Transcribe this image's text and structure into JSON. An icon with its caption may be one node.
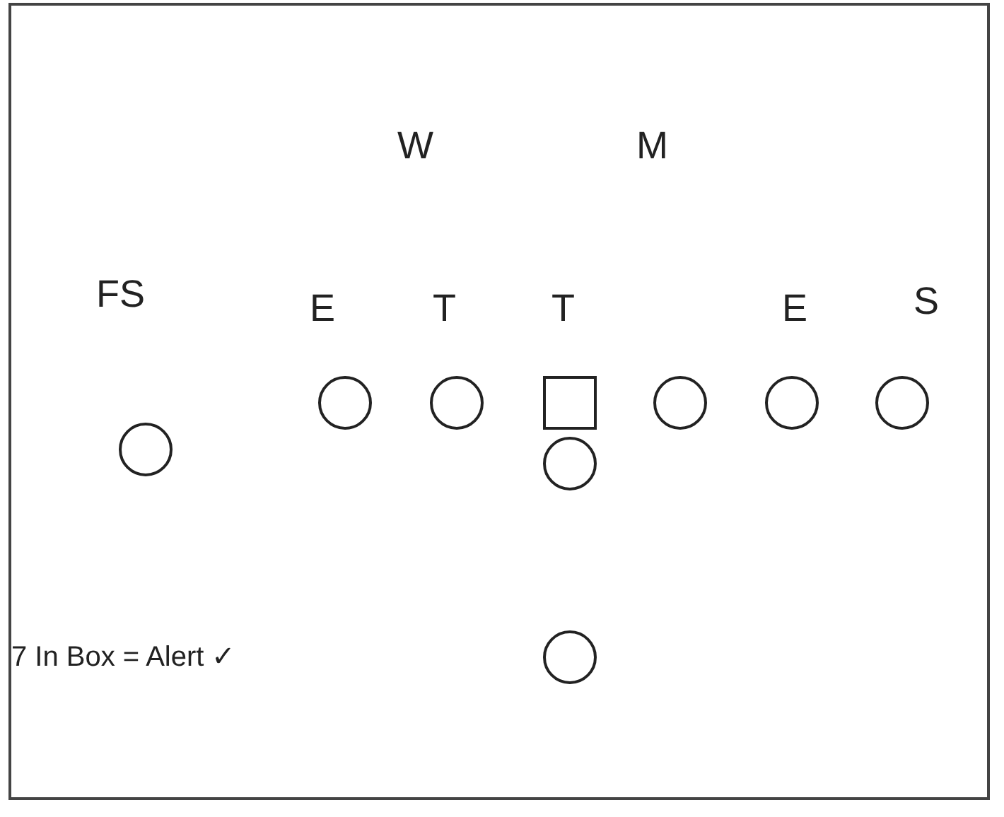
{
  "diagram": {
    "nodes": [
      {
        "text": [],
        "shape": "circle"
      },
      {
        "text": [],
        "shape": "circle"
      },
      {
        "text": [],
        "shape": "box"
      },
      {
        "text": [],
        "shape": "circle"
      },
      {
        "text": [],
        "shape": "circle"
      },
      {
        "text": [],
        "shape": "circle"
      },
      {
        "text": [],
        "shape": "circle"
      },
      {
        "text": [],
        "shape": "circle"
      },
      {
        "text": [],
        "shape": "circle"
      }
    ],
    "labels": [
      "W",
      "M",
      "FS",
      "E",
      "T",
      "T",
      "E",
      "S",
      "7 In Box = Alert ✓"
    ]
  }
}
